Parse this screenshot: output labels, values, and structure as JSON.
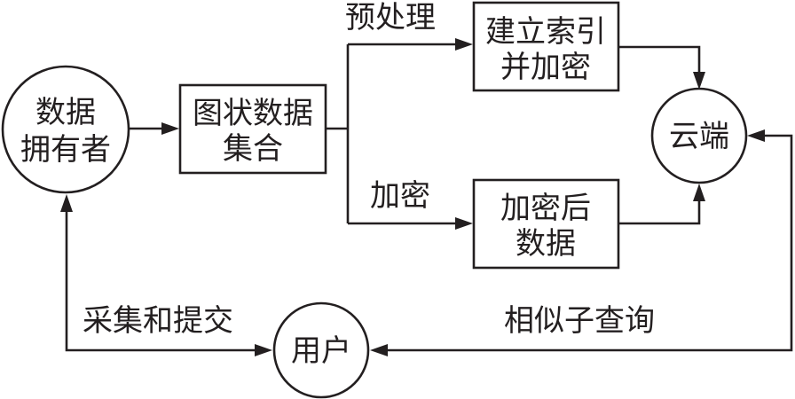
{
  "diagram": {
    "type": "flowchart",
    "nodes": {
      "data_owner": {
        "shape": "circle",
        "lines": [
          "数据",
          "拥有者"
        ]
      },
      "graph_dataset": {
        "shape": "rect",
        "lines": [
          "图状数据",
          "集合"
        ]
      },
      "index_encrypt": {
        "shape": "rect",
        "lines": [
          "建立索引",
          "并加密"
        ]
      },
      "encrypted_data": {
        "shape": "rect",
        "lines": [
          "加密后",
          "数据"
        ]
      },
      "cloud": {
        "shape": "circle",
        "lines": [
          "云端"
        ]
      },
      "user": {
        "shape": "ellipse",
        "lines": [
          "用户"
        ]
      }
    },
    "edge_labels": {
      "preprocess": "预处理",
      "encrypt": "加密",
      "collect_submit": "采集和提交",
      "similar_subquery": "相似子查询"
    },
    "edges": [
      {
        "from": "data_owner",
        "to": "graph_dataset"
      },
      {
        "from": "graph_dataset",
        "to": "index_encrypt",
        "label": "预处理"
      },
      {
        "from": "graph_dataset",
        "to": "encrypted_data",
        "label": "加密"
      },
      {
        "from": "index_encrypt",
        "to": "cloud"
      },
      {
        "from": "encrypted_data",
        "to": "cloud"
      },
      {
        "from": "user",
        "to": "data_owner",
        "label": "采集和提交"
      },
      {
        "from": "cloud",
        "to": "user",
        "label": "相似子查询"
      },
      {
        "from": "user",
        "to": "cloud"
      }
    ],
    "stroke_color": "#231f20",
    "background": "#ffffff"
  }
}
